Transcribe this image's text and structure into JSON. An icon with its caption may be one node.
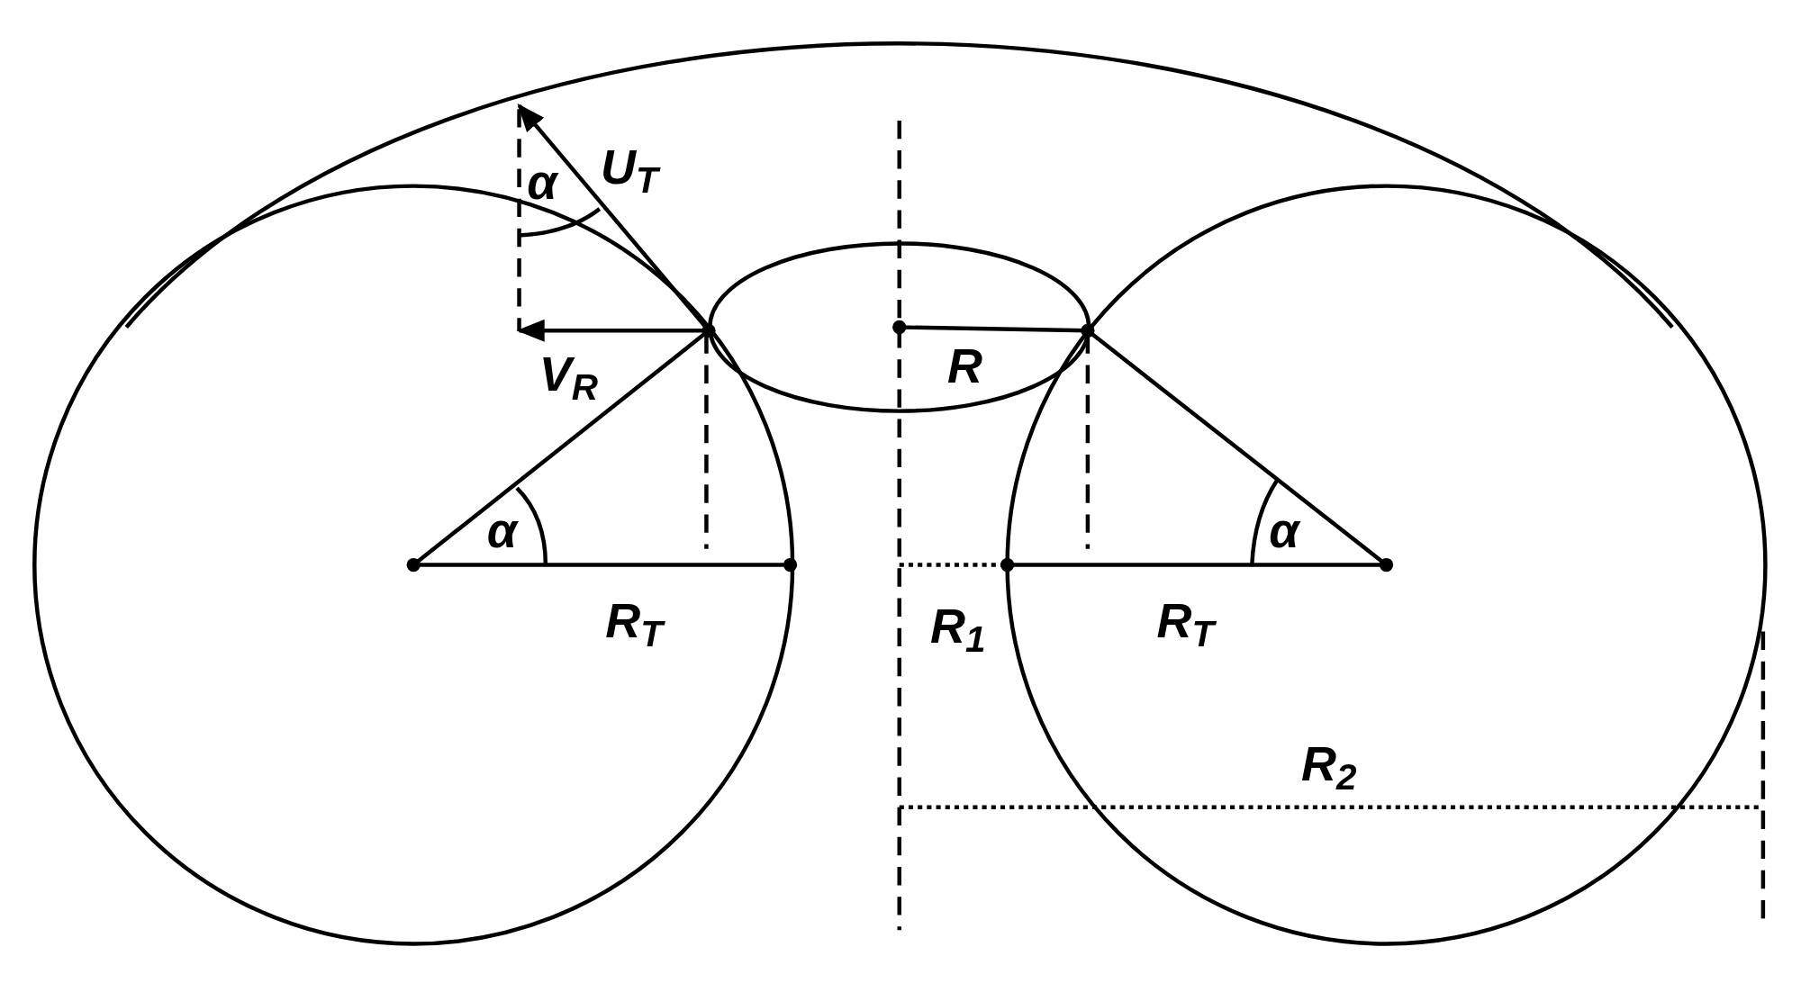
{
  "diagram": {
    "labels": [
      "α",
      "U$_{T}$",
      "V$_{R}$",
      "R",
      "α",
      "R$_{T}$",
      "R$_{1}$",
      "R$_{T}$",
      "α",
      "R$_{2}$"
    ]
  }
}
